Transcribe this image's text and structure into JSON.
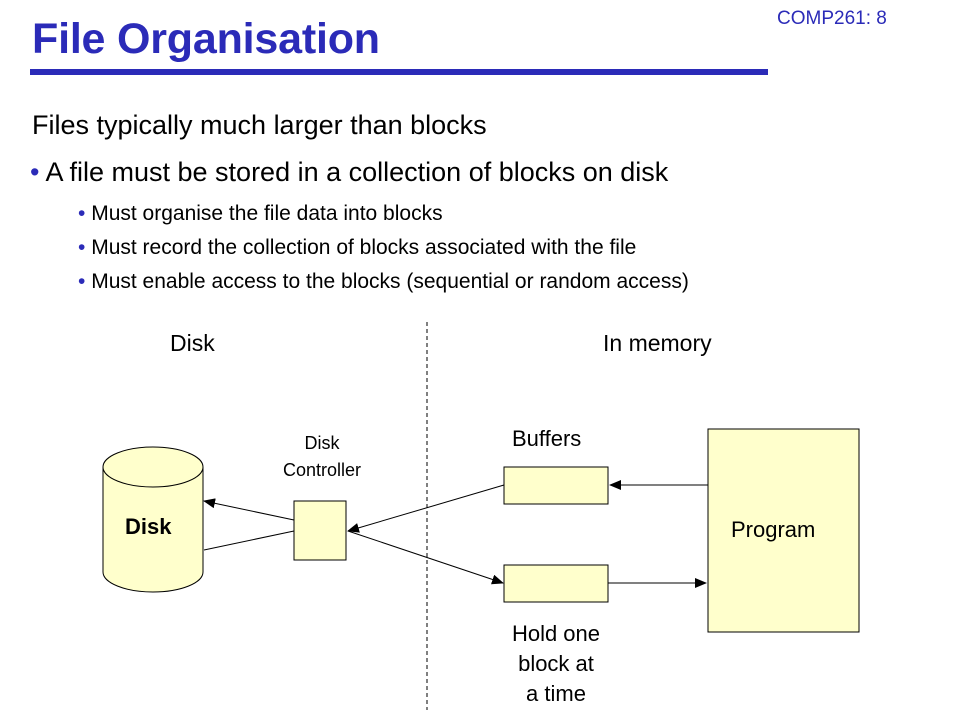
{
  "slide": {
    "course_label": "COMP261: 8",
    "title": "File Organisation",
    "heading": "Files typically much larger than blocks",
    "bullet": "A file must be stored in a collection of blocks on disk",
    "sub_bullets": [
      "Must organise the file data into blocks",
      "Must record the collection of blocks associated with the file",
      "Must enable access to the blocks (sequential or random access)"
    ],
    "bullet_glyph": "•"
  },
  "diagram": {
    "side_left_label": "Disk",
    "side_right_label": "In memory",
    "disk_label": "Disk",
    "controller_label_line1": "Disk",
    "controller_label_line2": "Controller",
    "buffers_label": "Buffers",
    "program_label": "Program",
    "hold_line1": "Hold one",
    "hold_line2": "block at",
    "hold_line3": "a time",
    "fill_color": "#ffffcc",
    "accent_color": "#2b2bb8"
  }
}
